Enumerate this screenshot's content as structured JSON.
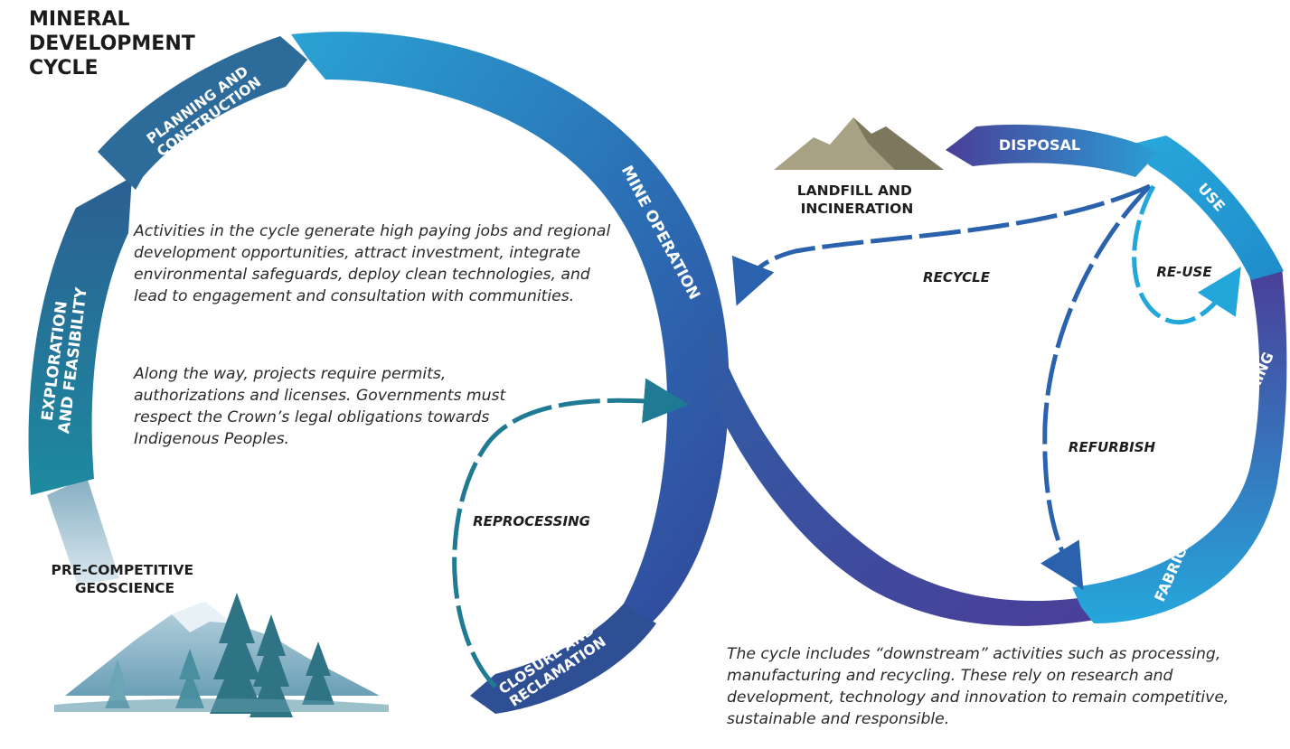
{
  "title": "MINERAL\nDEVELOPMENT\nCYCLE",
  "stages": {
    "pre_competitive": "PRE-COMPETITIVE\nGEOSCIENCE",
    "exploration": "EXPLORATION\nAND FEASIBILITY",
    "planning": "PLANNING AND\nCONSTRUCTION",
    "mine_operation": "MINE OPERATION",
    "closure": "CLOSURE AND\nRECLAMATION",
    "refining": "REFINING",
    "fabrication": "FABRICATION & MANUFACTURING",
    "use": "USE",
    "disposal": "DISPOSAL",
    "landfill": "LANDFILL AND\nINCINERATION"
  },
  "loops": {
    "reprocessing": "REPROCESSING",
    "recycle": "RECYCLE",
    "reuse": "RE-USE",
    "refurbish": "REFURBISH"
  },
  "text": {
    "para1": "Activities in the cycle generate high paying jobs and regional development opportunities, attract investment, integrate environmental safeguards, deploy clean technologies, and lead to engagement and consultation with communities.",
    "para2": "Along the way, projects require permits, authorizations and licenses. Governments must respect the Crown’s legal obligations towards Indigenous Peoples.",
    "para3": "The cycle includes “downstream” activities such as processing, manufacturing and recycling. These rely on research and development, technology and innovation to remain competitive, sustainable and responsible."
  },
  "colors": {
    "teal": "#1f7b93",
    "cyan": "#23a6d9",
    "blue": "#2b5fa8",
    "navy": "#2e3f8c",
    "purple": "#4c3f9a"
  }
}
